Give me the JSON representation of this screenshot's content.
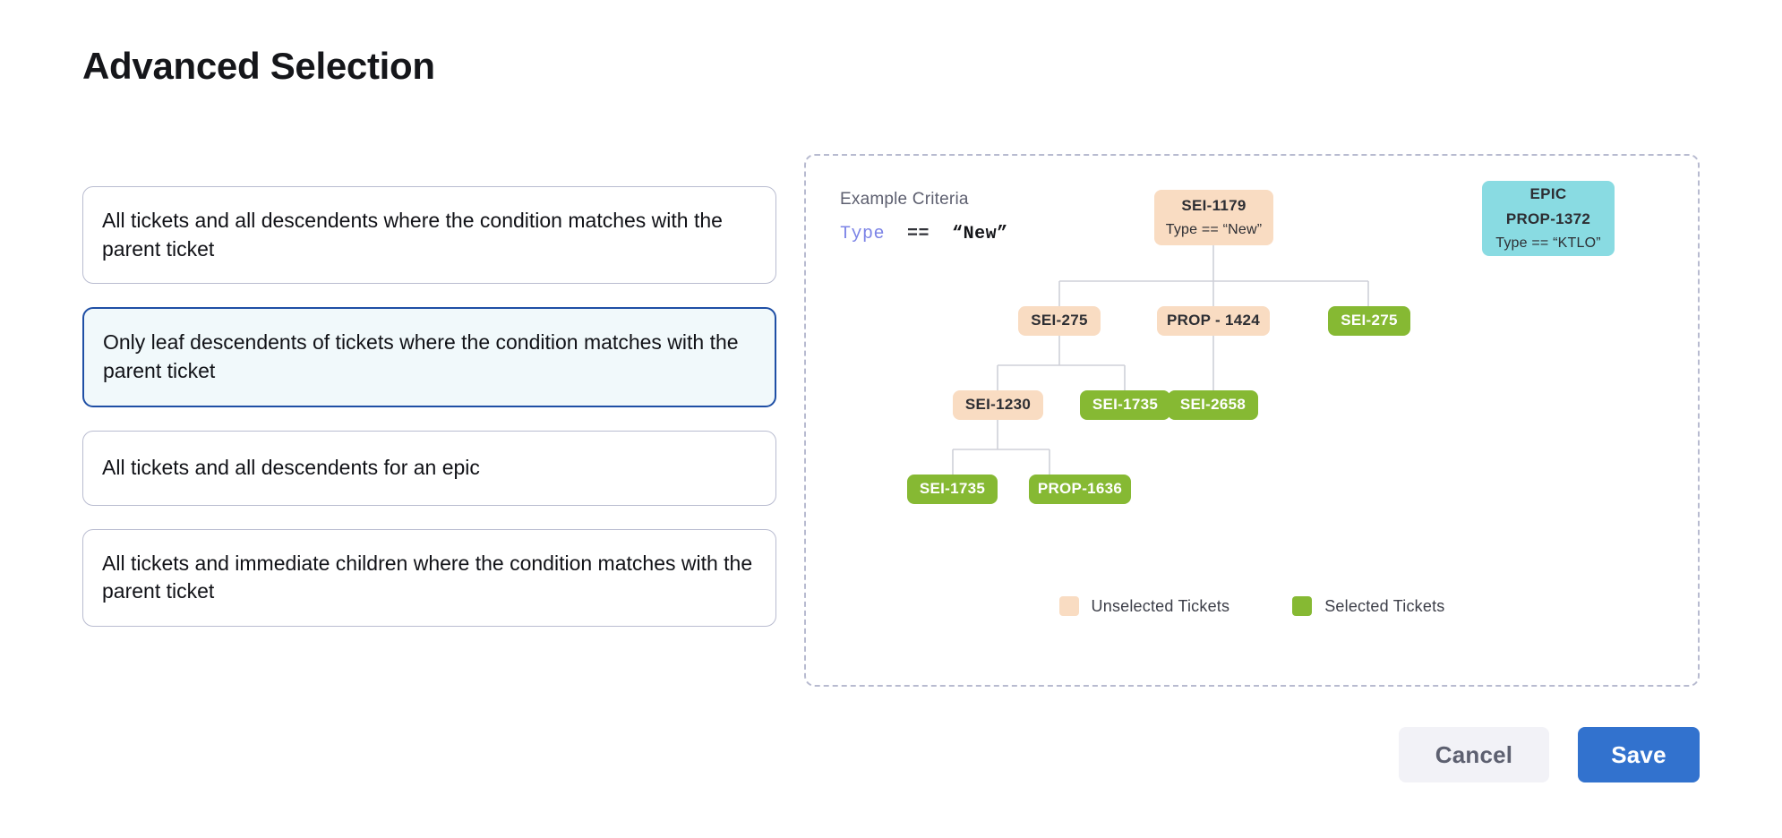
{
  "page": {
    "title": "Advanced Selection"
  },
  "options": [
    {
      "label": "All tickets and all descendents where the condition matches with the parent ticket",
      "selected": false
    },
    {
      "label": "Only leaf descendents of tickets where the condition matches with the parent ticket",
      "selected": true
    },
    {
      "label": "All tickets and all descendents for an epic",
      "selected": false
    },
    {
      "label": "All tickets and immediate children where the condition matches with the parent ticket",
      "selected": false
    }
  ],
  "diagram": {
    "criteria_title": "Example Criteria",
    "criteria_field": "Type",
    "criteria_operator": "==",
    "criteria_value": "“New”",
    "nodes": [
      {
        "id": "root",
        "line1": "SEI-1179",
        "line2": "Type == “New”",
        "state": "unselected"
      },
      {
        "id": "epic",
        "line1": "EPIC",
        "line2": "PROP-1372",
        "line3": "Type == “KTLO”",
        "state": "epic"
      },
      {
        "id": "c1",
        "line1": "SEI-275",
        "state": "unselected"
      },
      {
        "id": "c2",
        "line1": "PROP - 1424",
        "state": "unselected"
      },
      {
        "id": "c3",
        "line1": "SEI-275",
        "state": "selected"
      },
      {
        "id": "g1",
        "line1": "SEI-1230",
        "state": "unselected"
      },
      {
        "id": "g2",
        "line1": "SEI-1735",
        "state": "selected"
      },
      {
        "id": "g3",
        "line1": "SEI-2658",
        "state": "selected"
      },
      {
        "id": "l1",
        "line1": "SEI-1735",
        "state": "selected"
      },
      {
        "id": "l2",
        "line1": "PROP-1636",
        "state": "selected"
      }
    ],
    "legend": [
      {
        "label": "Unselected Tickets",
        "color": "#f9dcc2",
        "state": "unselected"
      },
      {
        "label": "Selected Tickets",
        "color": "#86b933",
        "state": "selected"
      }
    ]
  },
  "footer": {
    "cancel_label": "Cancel",
    "save_label": "Save"
  },
  "colors": {
    "accent_blue": "#3272ce",
    "selected_border": "#1f4fa5",
    "selected_bg": "#f1f9fb",
    "unselected_node": "#f9dcc2",
    "selected_node": "#86b933",
    "epic_node": "#89dbe2",
    "criteria_field": "#7b83e6",
    "panel_border": "#b8bbd0"
  }
}
